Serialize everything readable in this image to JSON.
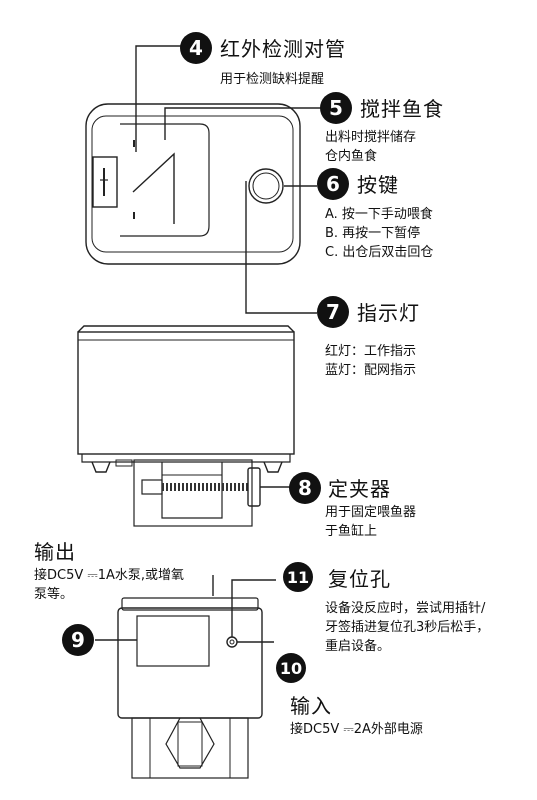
{
  "callouts": [
    {
      "number": "4",
      "title": "红外检测对管",
      "lines": [
        "用于检测缺料提醒"
      ]
    },
    {
      "number": "5",
      "title": "搅拌鱼食",
      "lines": [
        "出料时搅拌储存",
        "仓内鱼食"
      ]
    },
    {
      "number": "6",
      "title": "按键",
      "lines": [
        "A. 按一下手动喂食",
        "B. 再按一下暂停",
        "C. 出仓后双击回仓"
      ]
    },
    {
      "number": "7",
      "title": "指示灯",
      "lines": [
        "红灯：工作指示",
        "蓝灯：配网指示"
      ]
    },
    {
      "number": "8",
      "title": "定夹器",
      "lines": [
        "用于固定喂鱼器",
        "于鱼缸上"
      ]
    },
    {
      "number": "9",
      "title": "",
      "lines": []
    },
    {
      "number": "10",
      "title": "",
      "lines": []
    },
    {
      "number": "11",
      "title": "复位孔",
      "lines": [
        "设备没反应时，尝试用插针/",
        "牙签插进复位孔3秒后松手，",
        "重启设备。"
      ]
    }
  ],
  "output": {
    "title": "输出",
    "lines": [
      "接DC5V ⎓1A水泵,或增氧",
      "泵等。"
    ]
  },
  "input": {
    "title": "输入",
    "lines": [
      "接DC5V ⎓2A外部电源"
    ]
  }
}
